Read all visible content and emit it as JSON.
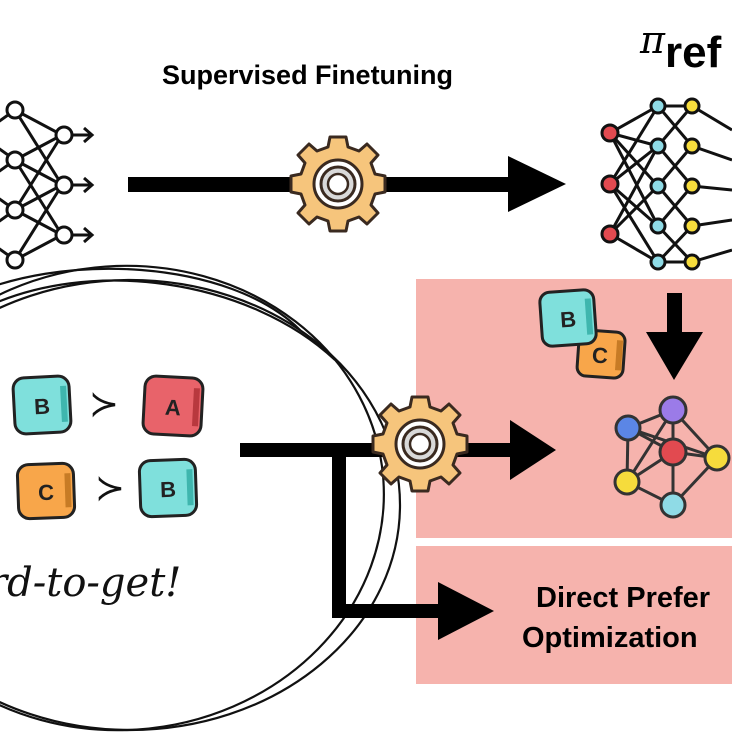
{
  "labels": {
    "sft": "Supervised Finetuning",
    "ref_symbol": "π",
    "ref_text": "ref",
    "dpo_line1": "Direct Prefer",
    "dpo_line2": "Optimization",
    "hard_to_get": "rd-to-get!"
  },
  "preferences": {
    "pair1": {
      "winner": "B",
      "loser": "A",
      "symbol": "≻"
    },
    "pair2": {
      "winner": "C",
      "loser": "B",
      "symbol": "≻"
    },
    "stack": [
      "B",
      "C"
    ]
  },
  "colors": {
    "box_b": "#7fe0dc",
    "box_a": "#e8636a",
    "box_c": "#f8a64a",
    "panel": "#f6b3ad",
    "gear": "#f6c57c",
    "node_red": "#e24a50",
    "node_cyan": "#8fdbe6",
    "node_yellow": "#f6dc3c",
    "node_blue": "#5b86e6",
    "node_purple": "#9b7be8"
  }
}
